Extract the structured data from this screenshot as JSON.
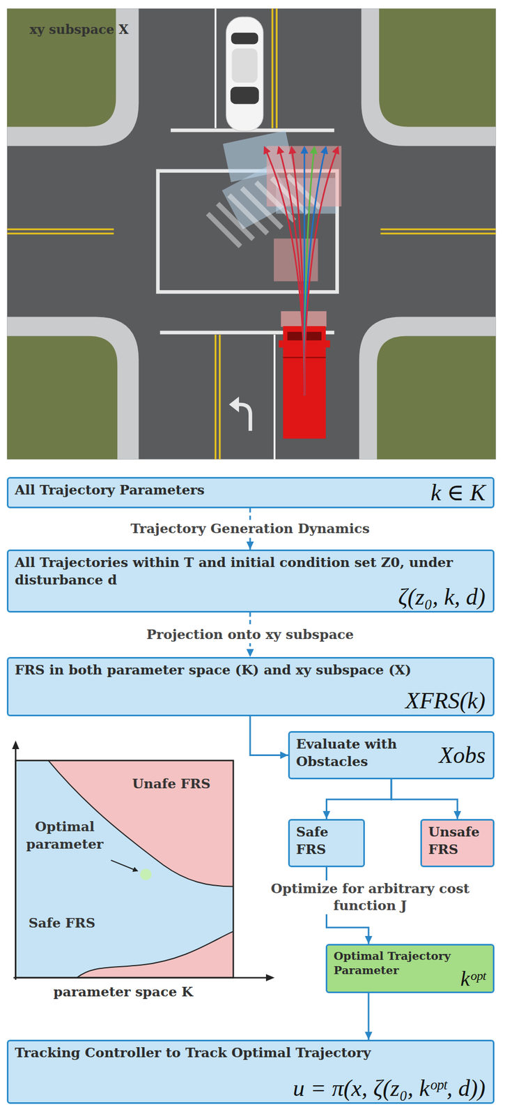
{
  "diagram": {
    "nodes": [
      {
        "text": [
          "All Trajectory Parameters",
          "k ∈ K"
        ]
      },
      {
        "text": [
          "All Trajectories within T and initial condition set Z0, under disturbance d",
          "ζ(z₀, k, d)"
        ]
      },
      {
        "text": [
          "FRS in both parameter space (K) and xy subspace (X)",
          "XFRS(k)"
        ]
      },
      {
        "text": [
          "Evaluate with Obstacles",
          "Xobs"
        ]
      },
      {
        "text": [
          "Safe FRS"
        ]
      },
      {
        "text": [
          "Unsafe FRS"
        ]
      },
      {
        "text": [
          "Optimal Trajectory Parameter",
          "kᵒᵖᵗ"
        ]
      },
      {
        "text": [
          "Tracking Controller to Track Optimal Trajectory",
          "u = π(x, ζ(z₀, kᵒᵖᵗ, d))"
        ]
      }
    ],
    "edges": [
      {
        "from": 0,
        "to": 1,
        "arrow": "to",
        "label": "Trajectory Generation Dynamics"
      },
      {
        "from": 1,
        "to": 2,
        "arrow": "to",
        "label": "Projection onto xy subspace"
      },
      {
        "from": 2,
        "to": 3,
        "arrow": "to"
      },
      {
        "from": 3,
        "to": 4,
        "arrow": "to"
      },
      {
        "from": 3,
        "to": 5,
        "arrow": "to"
      },
      {
        "from": 4,
        "to": 6,
        "arrow": "to",
        "label": "Optimize for arbitrary cost function J"
      },
      {
        "from": 6,
        "to": 7,
        "arrow": "to"
      }
    ],
    "labels": [
      "xy subspace X",
      "Unafe FRS",
      "Optimal parameter",
      "Safe FRS",
      "parameter space K"
    ]
  }
}
